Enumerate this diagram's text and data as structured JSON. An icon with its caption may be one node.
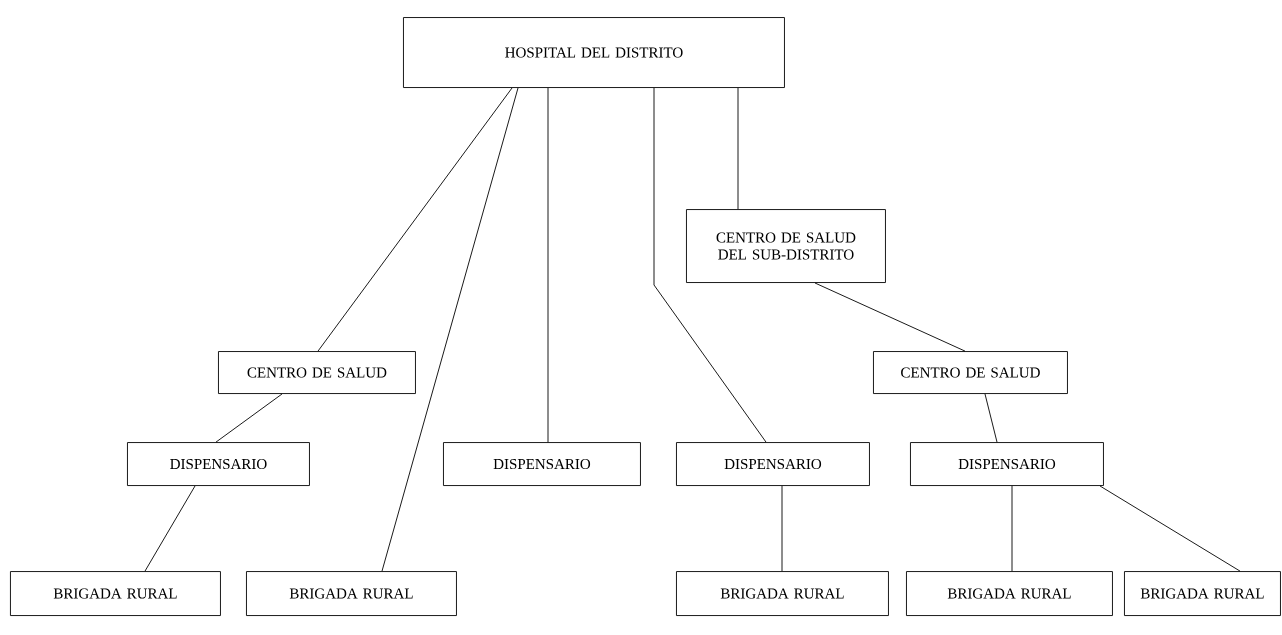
{
  "diagram": {
    "nodes": [
      {
        "text": [
          "HOSPITAL DEL DISTRITO"
        ]
      },
      {
        "text": [
          "CENTRO DE SALUD DEL SUB-DISTRITO"
        ]
      },
      {
        "text": [
          "CENTRO DE SALUD"
        ]
      },
      {
        "text": [
          "CENTRO DE SALUD"
        ]
      },
      {
        "text": [
          "DISPENSARIO"
        ]
      },
      {
        "text": [
          "DISPENSARIO"
        ]
      },
      {
        "text": [
          "DISPENSARIO"
        ]
      },
      {
        "text": [
          "DISPENSARIO"
        ]
      },
      {
        "text": [
          "BRIGADA RURAL"
        ]
      },
      {
        "text": [
          "BRIGADA RURAL"
        ]
      },
      {
        "text": [
          "BRIGADA RURAL"
        ]
      },
      {
        "text": [
          "BRIGADA RURAL"
        ]
      },
      {
        "text": [
          "BRIGADA RURAL"
        ]
      }
    ],
    "edges": [
      {
        "from": 0,
        "to": 2,
        "arrow": "none"
      },
      {
        "from": 0,
        "to": 9,
        "arrow": "none"
      },
      {
        "from": 0,
        "to": 5,
        "arrow": "none"
      },
      {
        "from": 0,
        "to": 6,
        "arrow": "none"
      },
      {
        "from": 0,
        "to": 1,
        "arrow": "none"
      },
      {
        "from": 1,
        "to": 3,
        "arrow": "none"
      },
      {
        "from": 2,
        "to": 4,
        "arrow": "none"
      },
      {
        "from": 3,
        "to": 7,
        "arrow": "none"
      },
      {
        "from": 4,
        "to": 8,
        "arrow": "none"
      },
      {
        "from": 6,
        "to": 10,
        "arrow": "none"
      },
      {
        "from": 7,
        "to": 11,
        "arrow": "none"
      },
      {
        "from": 7,
        "to": 12,
        "arrow": "none"
      }
    ]
  }
}
